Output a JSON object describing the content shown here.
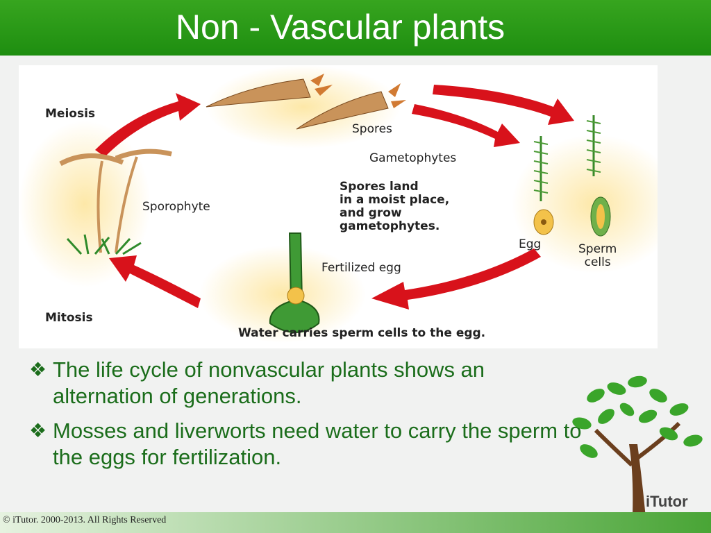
{
  "slide": {
    "title": "Non - Vascular plants",
    "copyright": "© iTutor. 2000-2013. All Rights Reserved",
    "logo_text": "iTutor"
  },
  "diagram": {
    "labels": {
      "meiosis": "Meiosis",
      "spores": "Spores",
      "gametophytes": "Gametophytes",
      "sporophyte": "Sporophyte",
      "spores_land": [
        "Spores land",
        "in a moist place,",
        "and grow",
        "gametophytes."
      ],
      "egg": "Egg",
      "sperm_cells": [
        "Sperm",
        "cells"
      ],
      "fertilized_egg": "Fertilized egg",
      "mitosis": "Mitosis",
      "water_caption": "Water carries sperm cells to the egg."
    }
  },
  "bullets": [
    "The life cycle of nonvascular plants shows an alternation of generations.",
    "Mosses and liverworts need water to carry the sperm to the eggs for fertilization."
  ],
  "colors": {
    "title_bar": "#2a9a17",
    "arrow": "#d8121b",
    "bullet_text": "#1b6d1b",
    "moss": "#3a8a2a",
    "spore_capsule": "#c9935a"
  }
}
